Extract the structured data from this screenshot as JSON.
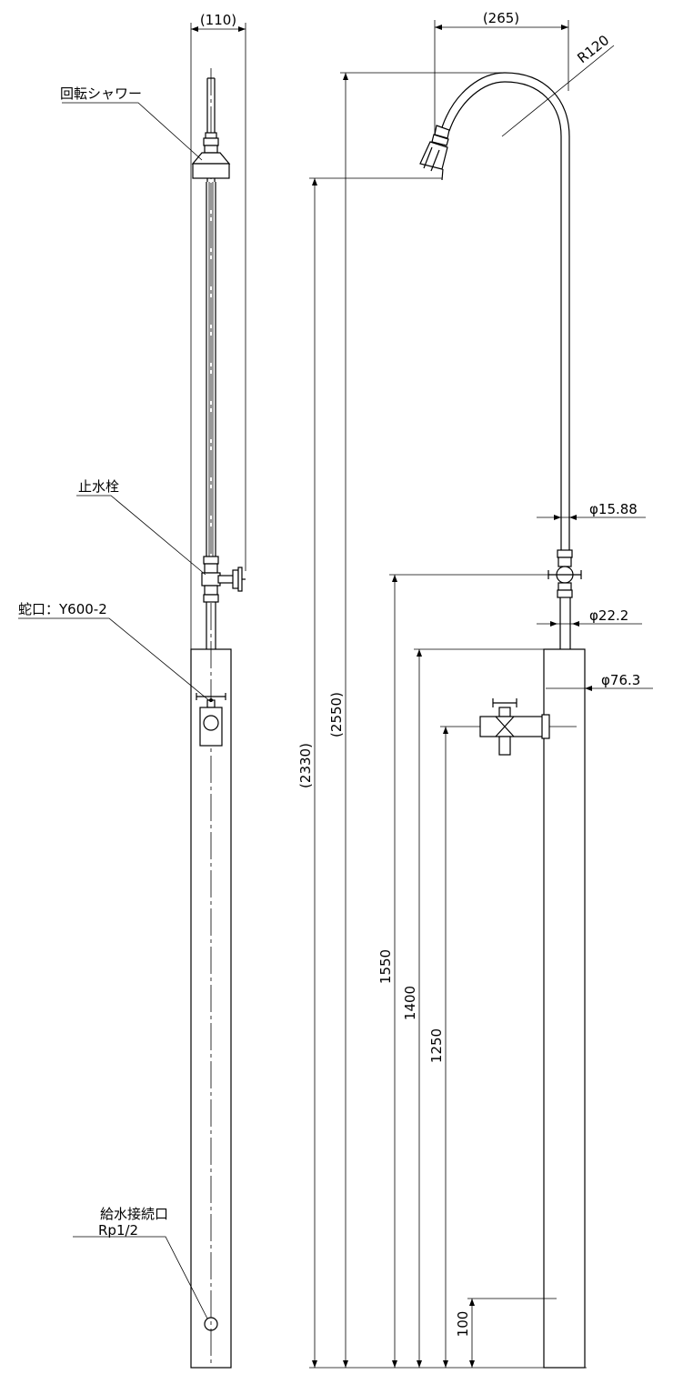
{
  "labels": {
    "shower_head": "回転シャワー",
    "stop_valve": "止水栓",
    "faucet": "蛇口：Y600-2",
    "supply_port_line1": "給水接続口",
    "supply_port_line2": "Rp1/2"
  },
  "dimensions": {
    "width_110": "(110)",
    "width_265": "(265)",
    "radius": "R120",
    "dia_pipe": "φ15.88",
    "dia_valve": "φ22.2",
    "dia_post": "φ76.3",
    "height_2550": "(2550)",
    "height_2330": "(2330)",
    "height_1550": "1550",
    "height_1400": "1400",
    "height_1250": "1250",
    "height_100": "100"
  }
}
